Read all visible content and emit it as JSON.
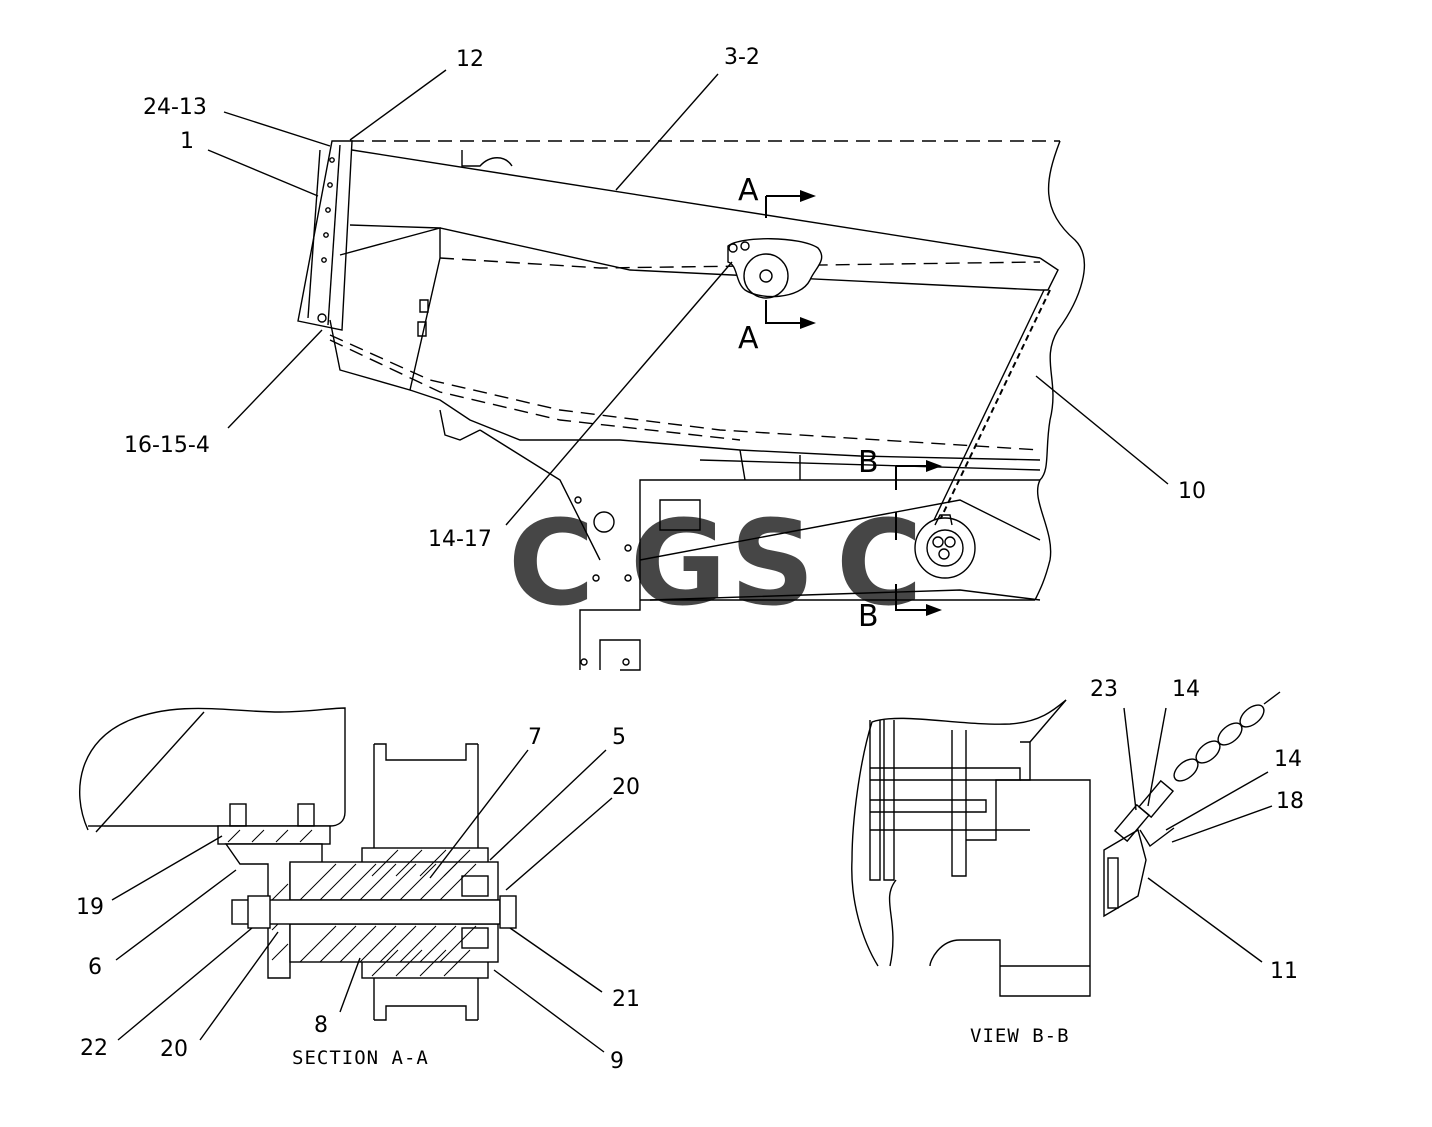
{
  "diagram": {
    "callouts": {
      "c12": "12",
      "c3_2": "3-2",
      "c24_13": "24-13",
      "c1": "1",
      "c16_15_4": "16-15-4",
      "c14_17": "14-17",
      "c10": "10",
      "c7": "7",
      "c5": "5",
      "c20a": "20",
      "c19": "19",
      "c6": "6",
      "c22": "22",
      "c20b": "20",
      "c8": "8",
      "c21": "21",
      "c9": "9",
      "c23": "23",
      "c14a": "14",
      "c14b": "14",
      "c18": "18",
      "c11": "11"
    },
    "section_markers": {
      "a_top": "A",
      "a_bottom": "A",
      "b_top": "B",
      "b_bottom": "B"
    },
    "captions": {
      "section_a": "SECTION A-A",
      "view_b": "VIEW B-B"
    },
    "watermark": {
      "letters": [
        "C",
        "G",
        "S",
        "C"
      ],
      "colors": [
        "#4285F4",
        "#EA4335",
        "#FBBC05",
        "#34A853"
      ]
    },
    "colors": {
      "line": "#000000",
      "background": "#ffffff"
    }
  }
}
